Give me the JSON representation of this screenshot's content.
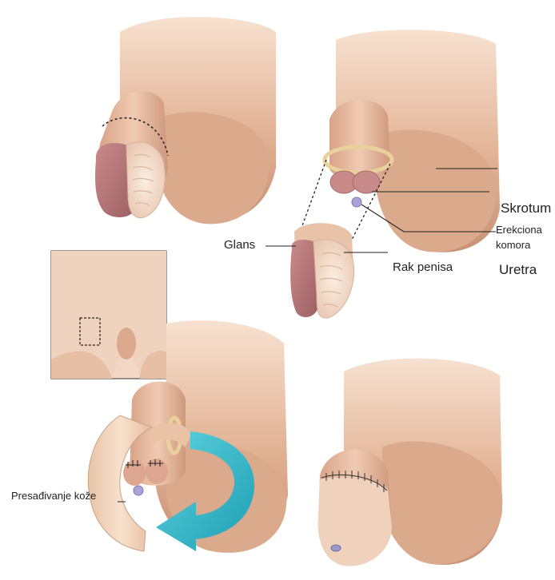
{
  "labels": {
    "skrotum": "Skrotum",
    "erekciona": "Erekciona",
    "komora": "komora",
    "uretra": "Uretra",
    "glans": "Glans",
    "rak_penisa": "Rak penisa",
    "presadivanje": "Presađivanje kože"
  },
  "colors": {
    "skin_light": "#f0cfb8",
    "skin_mid": "#dca88a",
    "skin_shadow": "#b87d62",
    "glans": "#b9787a",
    "tumor": "#f4e1d2",
    "graft": "#f3d6bd",
    "arrow": "#2fb8cc",
    "ring": "#e8d19a",
    "leader": "#222222"
  }
}
